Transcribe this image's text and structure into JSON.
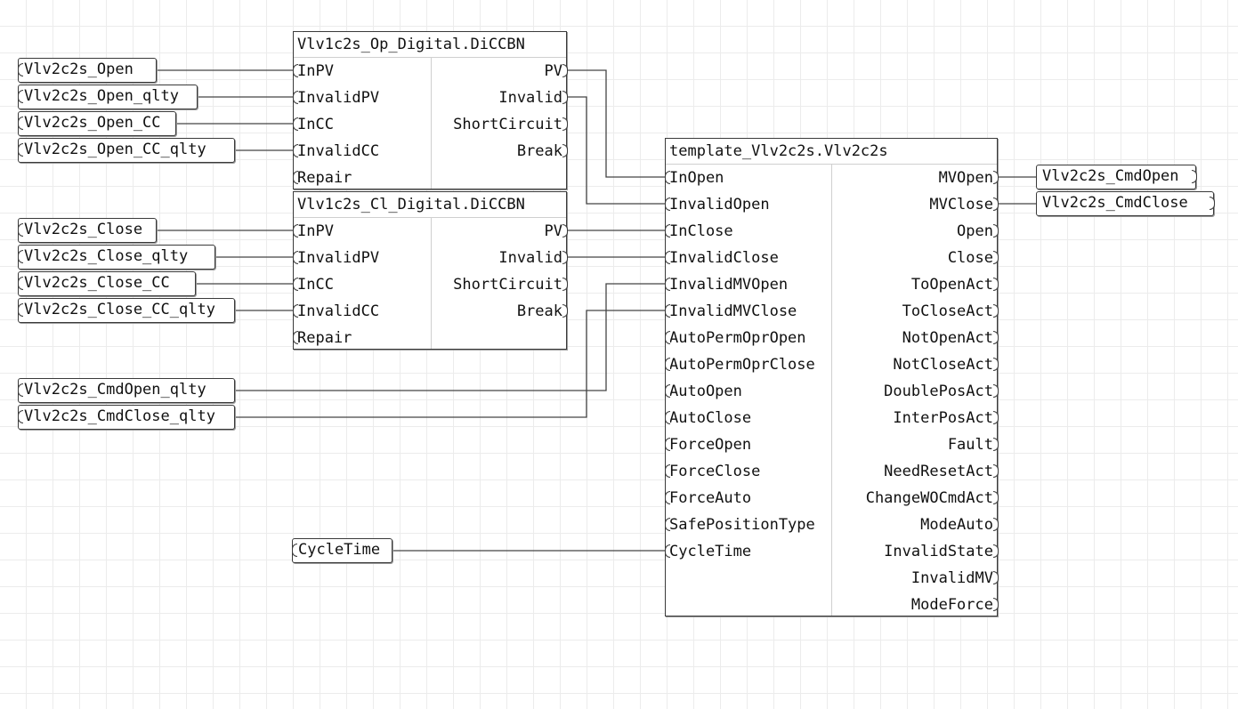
{
  "input_tags": [
    "Vlv2c2s_Open",
    "Vlv2c2s_Open_qlty",
    "Vlv2c2s_Open_CC",
    "Vlv2c2s_Open_CC_qlty",
    "Vlv2c2s_Close",
    "Vlv2c2s_Close_qlty",
    "Vlv2c2s_Close_CC",
    "Vlv2c2s_Close_CC_qlty",
    "Vlv2c2s_CmdOpen_qlty",
    "Vlv2c2s_CmdClose_qlty",
    "CycleTime"
  ],
  "output_tags": [
    "Vlv2c2s_CmdOpen",
    "Vlv2c2s_CmdClose"
  ],
  "blocks": [
    {
      "title": "Vlv1c2s_Op_Digital.DiCCBN",
      "inputs": [
        "InPV",
        "InvalidPV",
        "InCC",
        "InvalidCC",
        "Repair"
      ],
      "outputs": [
        "PV",
        "Invalid",
        "ShortCircuit",
        "Break"
      ]
    },
    {
      "title": "Vlv1c2s_Cl_Digital.DiCCBN",
      "inputs": [
        "InPV",
        "InvalidPV",
        "InCC",
        "InvalidCC",
        "Repair"
      ],
      "outputs": [
        "PV",
        "Invalid",
        "ShortCircuit",
        "Break"
      ]
    },
    {
      "title": "template_Vlv2c2s.Vlv2c2s",
      "inputs": [
        "InOpen",
        "InvalidOpen",
        "InClose",
        "InvalidClose",
        "InvalidMVOpen",
        "InvalidMVClose",
        "AutoPermOprOpen",
        "AutoPermOprClose",
        "AutoOpen",
        "AutoClose",
        "ForceOpen",
        "ForceClose",
        "ForceAuto",
        "SafePositionType",
        "CycleTime"
      ],
      "outputs": [
        "MVOpen",
        "MVClose",
        "Open",
        "Close",
        "ToOpenAct",
        "ToCloseAct",
        "NotOpenAct",
        "NotCloseAct",
        "DoublePosAct",
        "InterPosAct",
        "Fault",
        "NeedResetAct",
        "ChangeWOCmdAct",
        "ModeAuto",
        "InvalidState",
        "InvalidMV",
        "ModeForce"
      ]
    }
  ]
}
